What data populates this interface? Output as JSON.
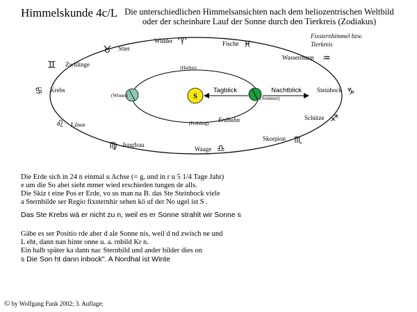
{
  "header": {
    "course": "Himmelskunde 4c/L",
    "title_line1": "Die unterschiedlichen Himmelsansichten nach dem heliozentrischen Weltbild",
    "title_line2": "oder der scheinbare Lauf der Sonne durch den Tierkreis (Zodiakus)"
  },
  "diagram": {
    "corner_label_line1": "Fixsternhimmel bzw.",
    "corner_label_line2": "Tierkreis",
    "signs": [
      {
        "name": "Widder",
        "glyph": "♈"
      },
      {
        "name": "Fische",
        "glyph": "♓"
      },
      {
        "name": "Stier",
        "glyph": "♉"
      },
      {
        "name": "Wassermann",
        "glyph": "♒"
      },
      {
        "name": "Zwillinge",
        "glyph": "♊"
      },
      {
        "name": "Krebs",
        "glyph": "♋"
      },
      {
        "name": "Steinbock",
        "glyph": "♑"
      },
      {
        "name": "Löwe",
        "glyph": "♌"
      },
      {
        "name": "Schütze",
        "glyph": "♐"
      },
      {
        "name": "Jungfrau",
        "glyph": "♍"
      },
      {
        "name": "Skorpion",
        "glyph": "♏"
      },
      {
        "name": "Waage",
        "glyph": "♎"
      }
    ],
    "seasons": {
      "autumn": "(Herbst)",
      "winter": "(Winter)",
      "summer": "(Sommer)",
      "spring": "(Frühling)"
    },
    "sun_label": "S",
    "day_view": "Tagblick",
    "night_view": "Nachtblick",
    "orbit_label": "Erdbahn",
    "colors": {
      "sun": "#f5e614",
      "earth_winter": "#8cc9b0",
      "earth_summer": "#1e9d3c",
      "orbit_line": "#000000"
    }
  },
  "text": {
    "para_a": [
      "Die Erde       sich in 24         n einmal u         Achse (=        g, und in          r u        5 1/4 Tage        Jahr)",
      "e           um die So         abei sieht         mmer wied         erschieden          tungen de       alls.",
      "Die Skiz          t eine Pos        er Erde, vo          us man na         B. das Ste          Steinbock          viele",
      "a          Sternbilde         ser Regio        fixsternhir           sehen kö          uf der No          ugel ist S          ."
    ],
    "para_b": "Das Ste          Krebs wä         er nicht zu         n, weil es          er Sonne          strahlt wir          Sonne s",
    "para_c": [
      "Gäbe es           ser Positio         rde aber d          ale Sonne          nis, weil d          nd zwisch          ne und",
      "L           eht, dann         nan hinte          onne u. a.         rnbild Kr          n.",
      "Ein halb           später ka          dann nac          Sternbild         und ander          bilder dies          on",
      "s         Die Son          ht dann          inbock\". A        Nordhal          ist Winte"
    ]
  },
  "footer": {
    "copyright_symbol": "©",
    "credit": "by Wolfgang Funk 2002; 3. Auflage;"
  }
}
